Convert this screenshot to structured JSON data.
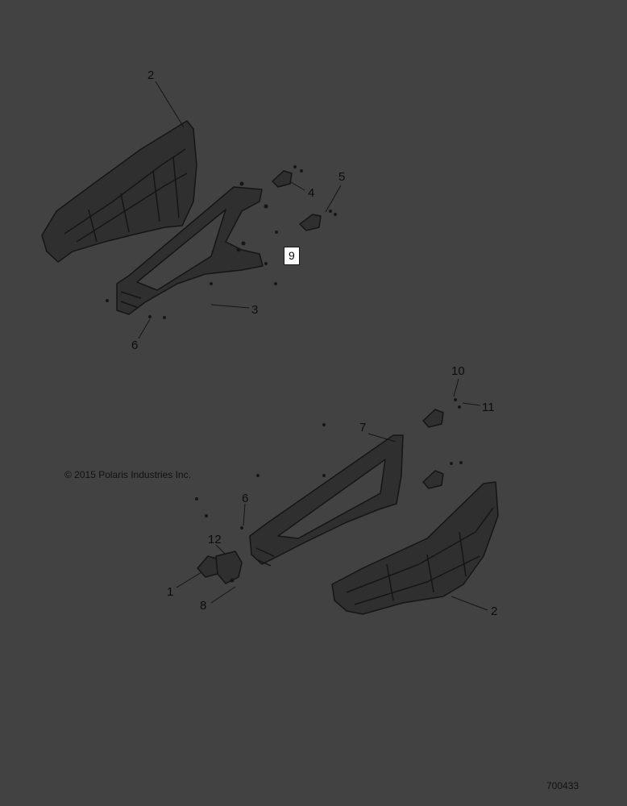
{
  "copyright": "© 2015 Polaris Industries Inc.",
  "figure_number": "700433",
  "colors": {
    "background": "#424242",
    "part_fill": "#2f2f2f",
    "part_stroke": "#151515",
    "label_text": "#0c0c0c"
  },
  "callouts": {
    "c2_top": "2",
    "c4": "4",
    "c5": "5",
    "c9": "9",
    "c3": "3",
    "c6_top": "6",
    "c10": "10",
    "c11": "11",
    "c7": "7",
    "c6_bottom": "6",
    "c12": "12",
    "c1": "1",
    "c8": "8",
    "c2_bottom": "2"
  }
}
